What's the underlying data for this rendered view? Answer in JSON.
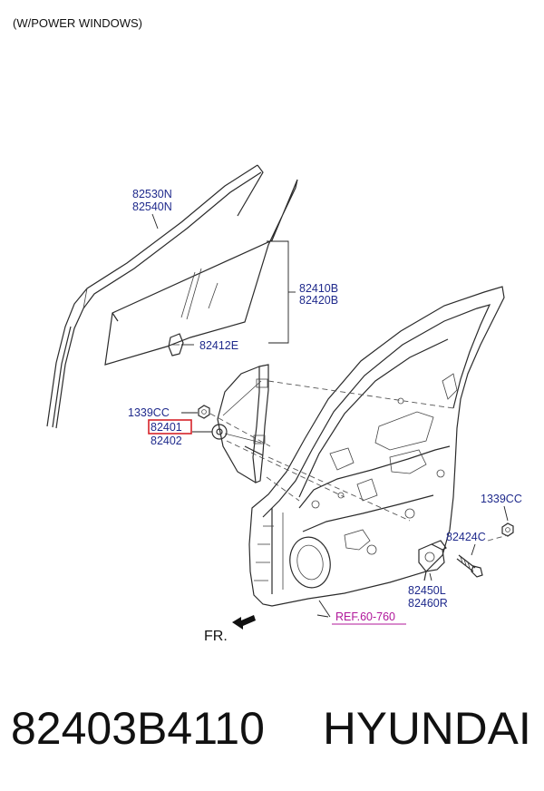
{
  "header": "(W/POWER WINDOWS)",
  "callouts": {
    "run_channel_a": "82530N",
    "run_channel_b": "82540N",
    "glass_a": "82410B",
    "glass_b": "82420B",
    "glass_clip": "82412E",
    "nut_left": "1339CC",
    "regulator_highlighted": "82401",
    "regulator_b": "82402",
    "nut_right": "1339CC",
    "bolt": "82424C",
    "motor_a": "82450L",
    "motor_b": "82460R",
    "reference": "REF.60-760",
    "front_indicator": "FR."
  },
  "footer": {
    "part_number": "82403B4110",
    "brand": "HYUNDAI"
  },
  "colors": {
    "callout_text": "#1f2a8c",
    "highlight_box": "#d6232a",
    "reference_text": "#b0179a"
  }
}
